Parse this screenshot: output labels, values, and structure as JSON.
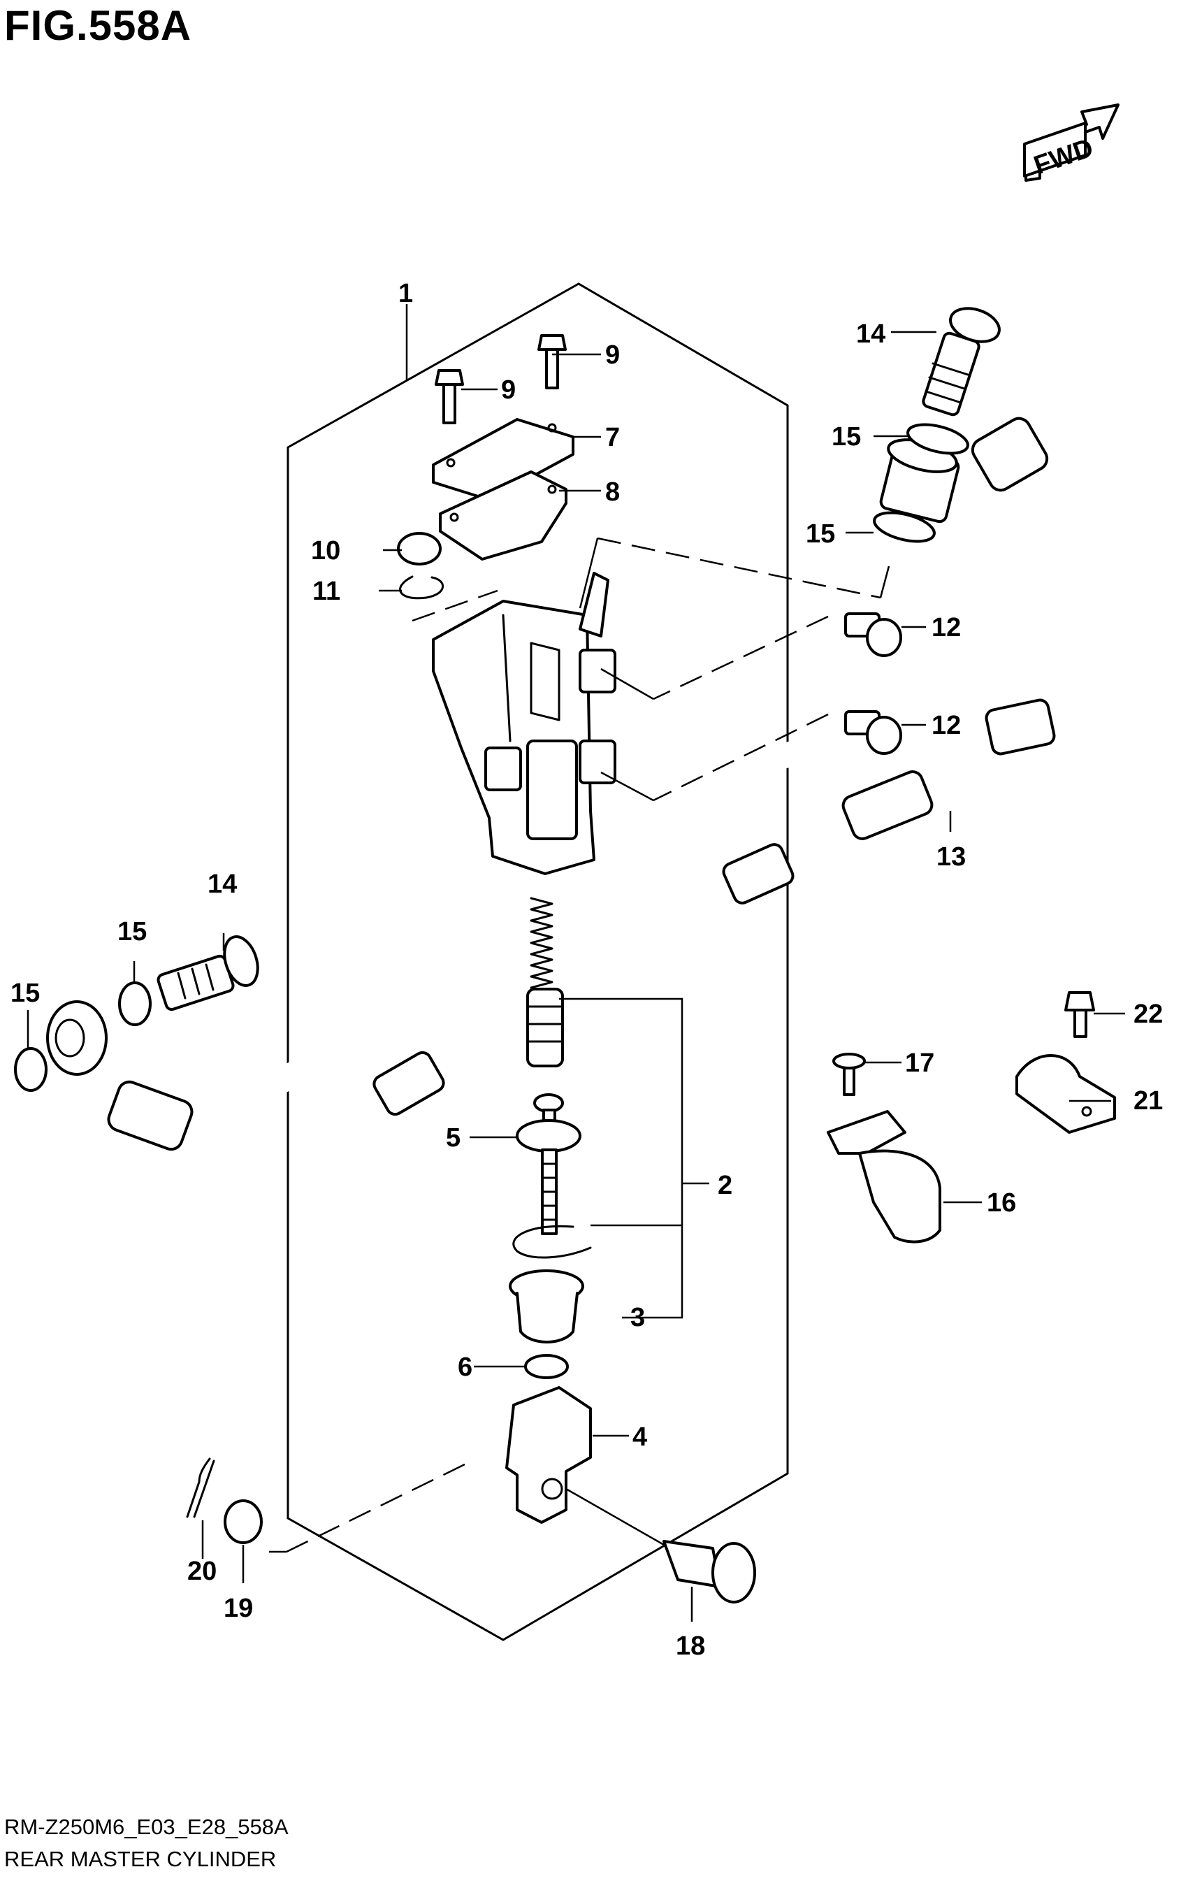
{
  "figure": {
    "title": "FIG.558A",
    "code": "RM-Z250M6_E03_E28_558A",
    "caption": "REAR MASTER CYLINDER",
    "direction_marker": "FWD"
  },
  "callouts": {
    "c1": "1",
    "c2": "2",
    "c3": "3",
    "c4": "4",
    "c5": "5",
    "c6": "6",
    "c7": "7",
    "c8": "8",
    "c9a": "9",
    "c9b": "9",
    "c10": "10",
    "c11": "11",
    "c12a": "12",
    "c12b": "12",
    "c13": "13",
    "c14a": "14",
    "c14b": "14",
    "c15a": "15",
    "c15b": "15",
    "c15c": "15",
    "c15d": "15",
    "c16": "16",
    "c17": "17",
    "c18": "18",
    "c19": "19",
    "c20": "20",
    "c21": "21",
    "c22": "22"
  }
}
